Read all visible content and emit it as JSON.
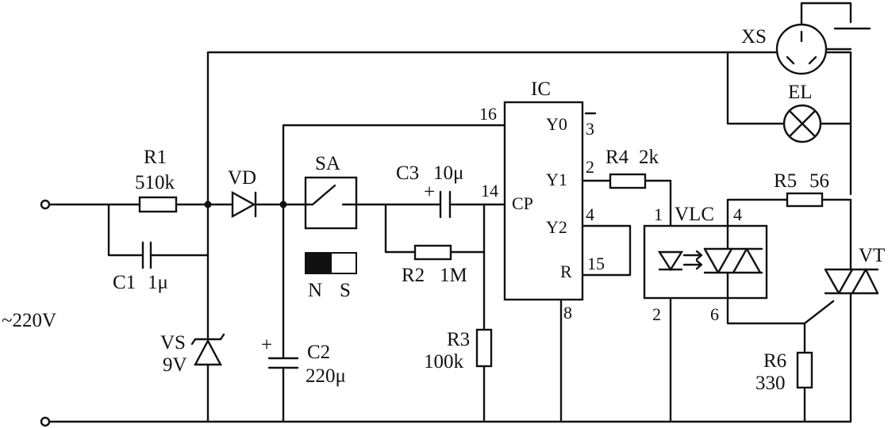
{
  "labels": {
    "supply": "~220V",
    "r1": "R1",
    "r1_val": "510k",
    "c1": "C1",
    "c1_val": "1μ",
    "vd": "VD",
    "vs": "VS",
    "vs_val": "9V",
    "c2": "C2",
    "c2_val": "220μ",
    "c2_pol": "+",
    "sa": "SA",
    "switch_n": "N",
    "switch_s": "S",
    "c3": "C3",
    "c3_val": "10μ",
    "c3_pol": "+",
    "r2": "R2",
    "r2_val": "1M",
    "r3": "R3",
    "r3_val": "100k",
    "ic": "IC",
    "r4": "R4",
    "r4_val": "2k",
    "vlc": "VLC",
    "r5": "R5",
    "r5_val": "56",
    "r6": "R6",
    "r6_val": "330",
    "vt": "VT",
    "xs": "XS",
    "el": "EL"
  },
  "pins": {
    "p16": "16",
    "p14": "14",
    "p8": "8",
    "p3": "3",
    "p2": "2",
    "p4": "4",
    "p15": "15",
    "y0": "Y0",
    "y1": "Y1",
    "y2": "Y2",
    "r": "R",
    "cp": "CP",
    "vlc1": "1",
    "vlc2": "2",
    "vlc4": "4",
    "vlc6": "6"
  }
}
